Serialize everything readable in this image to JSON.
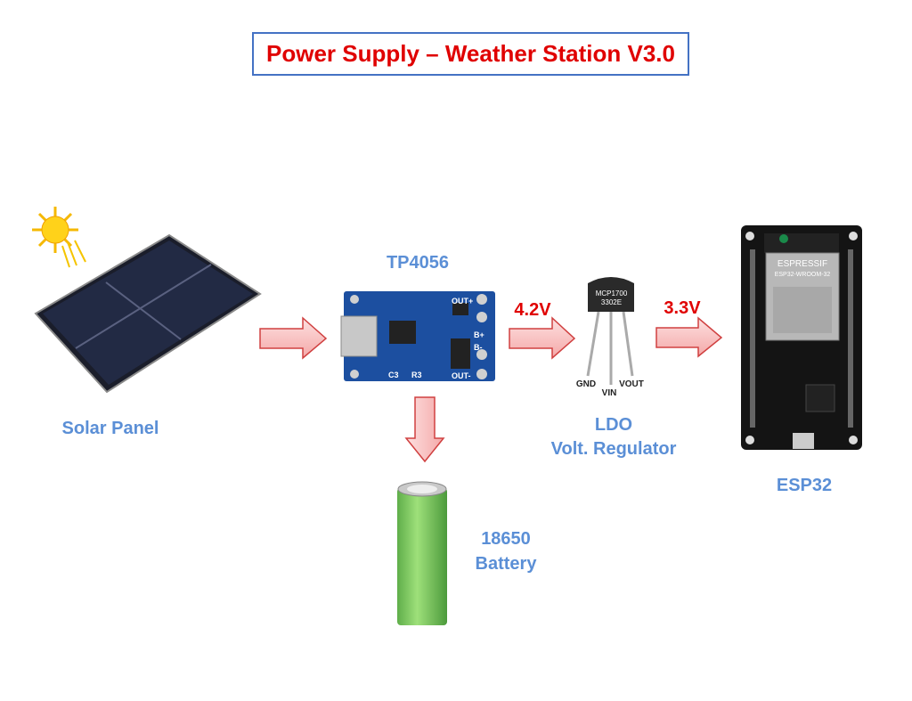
{
  "title": "Power Supply – Weather Station V3.0",
  "nodes": {
    "solar": "Solar Panel",
    "charger": "TP4056",
    "battery_line1": "18650",
    "battery_line2": "Battery",
    "ldo_line1": "LDO",
    "ldo_line2": "Volt. Regulator",
    "ldo_chip_line1": "MCP1700",
    "ldo_chip_line2": "3302E",
    "ldo_pins": [
      "GND",
      "VIN",
      "VOUT"
    ],
    "mcu": "ESP32",
    "mcu_module": "ESPRESSIF",
    "mcu_module_sub": "ESP32-WROOM-32"
  },
  "edges": {
    "charger_to_ldo": "4.2V",
    "ldo_to_mcu": "3.3V"
  },
  "colors": {
    "title": "#e00000",
    "title_border": "#4472c4",
    "label": "#5b8fd6",
    "arrow_fill": "#f8c8c8",
    "arrow_stroke": "#d04040"
  }
}
